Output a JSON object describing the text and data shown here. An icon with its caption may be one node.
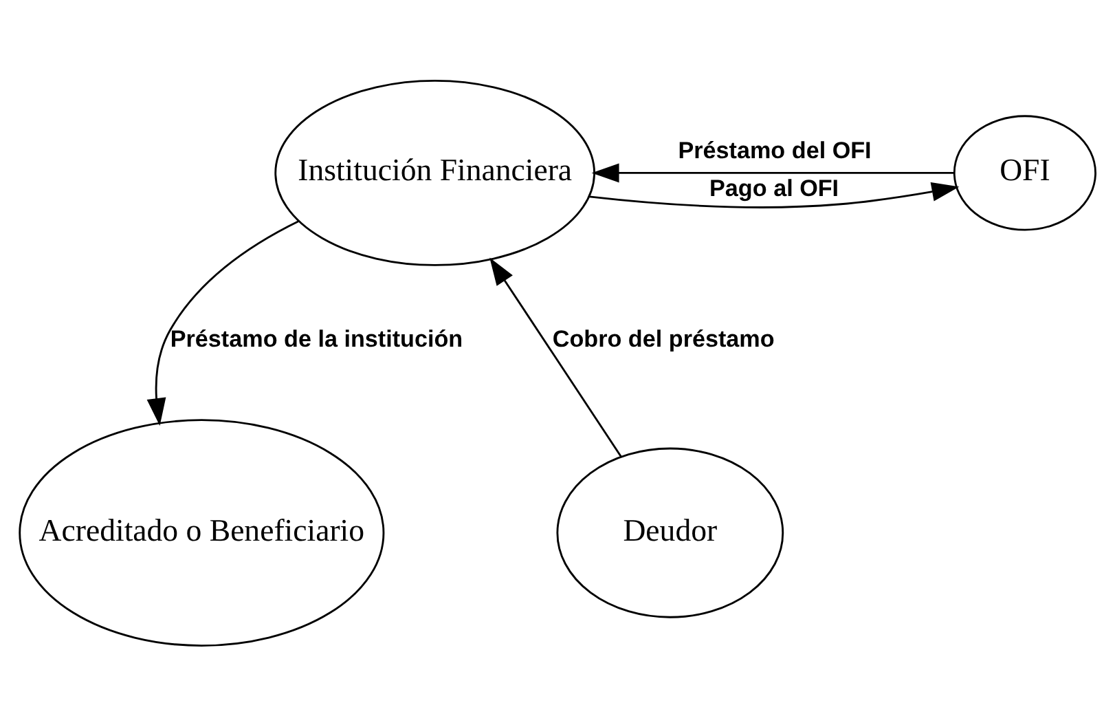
{
  "diagram": {
    "nodes": [
      {
        "text": [
          "Institución Financiera"
        ]
      },
      {
        "text": [
          "OFI"
        ]
      },
      {
        "text": [
          "Deudor"
        ]
      },
      {
        "text": [
          "Acreditado o Beneficiario"
        ]
      }
    ],
    "edges": [
      {
        "from": 0,
        "to": 1,
        "arrow": "to",
        "label": "Pago al OFI"
      },
      {
        "from": 1,
        "to": 0,
        "arrow": "to",
        "label": "Préstamo del OFI"
      },
      {
        "from": 2,
        "to": 0,
        "arrow": "to",
        "label": "Cobro del préstamo"
      },
      {
        "from": 0,
        "to": 3,
        "arrow": "to",
        "label": "Préstamo de la institución"
      }
    ]
  }
}
